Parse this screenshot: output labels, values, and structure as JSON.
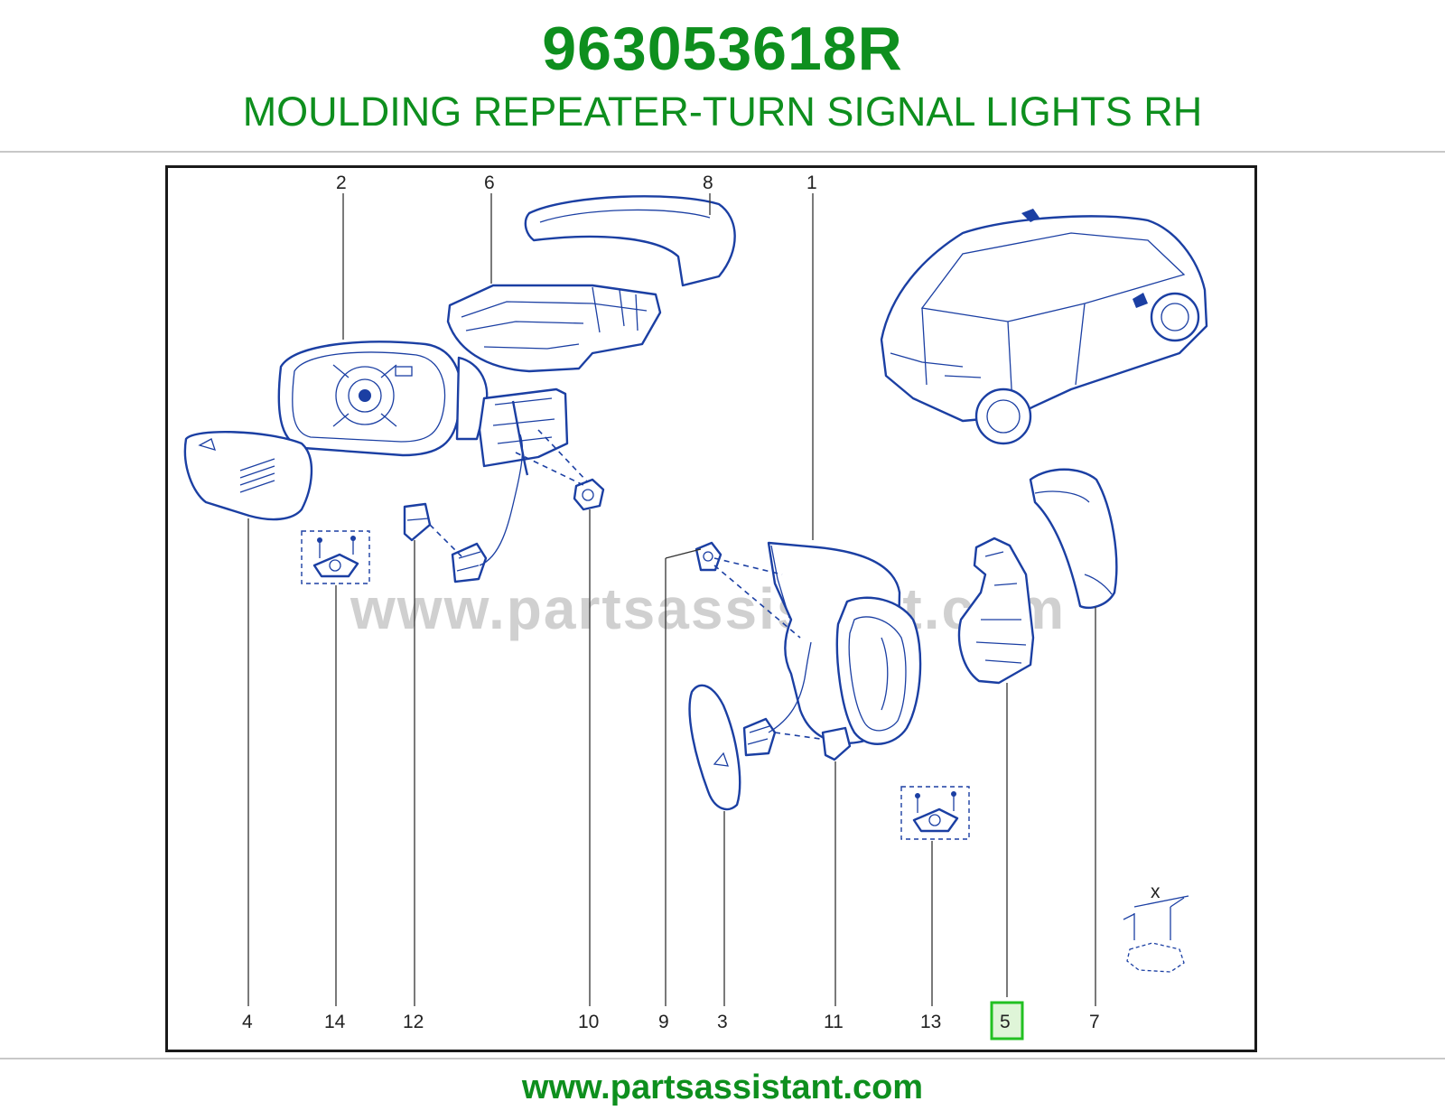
{
  "header": {
    "part_number": "963053618R",
    "part_name": "MOULDING REPEATER-TURN SIGNAL LIGHTS RH"
  },
  "diagram": {
    "callouts_top": [
      "2",
      "6",
      "8",
      "1"
    ],
    "callouts_bottom": [
      "4",
      "14",
      "12",
      "10",
      "9",
      "3",
      "11",
      "13",
      "5",
      "7"
    ],
    "highlighted_callout": "5",
    "highlight_color": "#22c022",
    "line_art_color": "#1b3fa3",
    "watermark": "www.partsassistant.com",
    "dimension_label": "x"
  },
  "footer": {
    "url": "www.partsassistant.com"
  },
  "colors": {
    "brand_green": "#0e8f1e",
    "frame": "#1a1a1a"
  }
}
